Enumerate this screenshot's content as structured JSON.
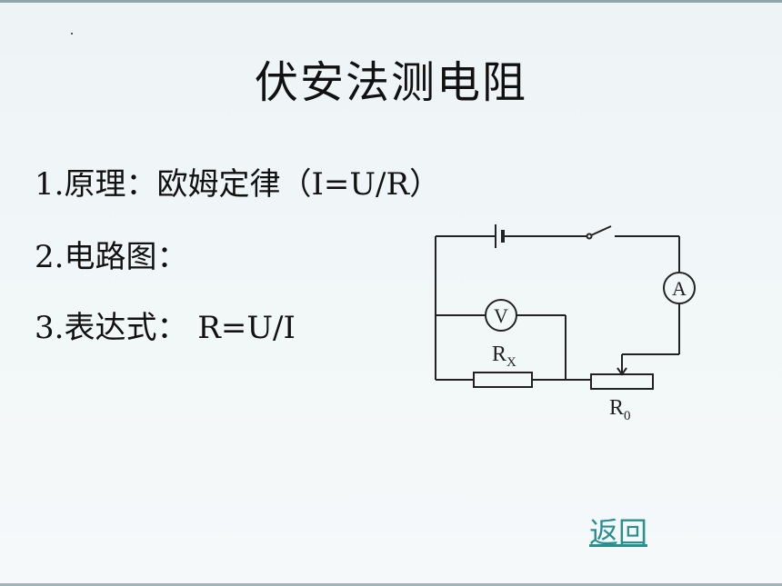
{
  "slide": {
    "title": "伏安法测电阻",
    "items": [
      "1.原理：欧姆定律（I=U/R）",
      "2.电路图：",
      "3.表达式：  R=U/I"
    ],
    "back_link": "返回"
  },
  "circuit": {
    "ammeter": "A",
    "voltmeter": "V",
    "rx_main": "R",
    "rx_sub": "X",
    "r0_main": "R",
    "r0_sub": "0"
  }
}
